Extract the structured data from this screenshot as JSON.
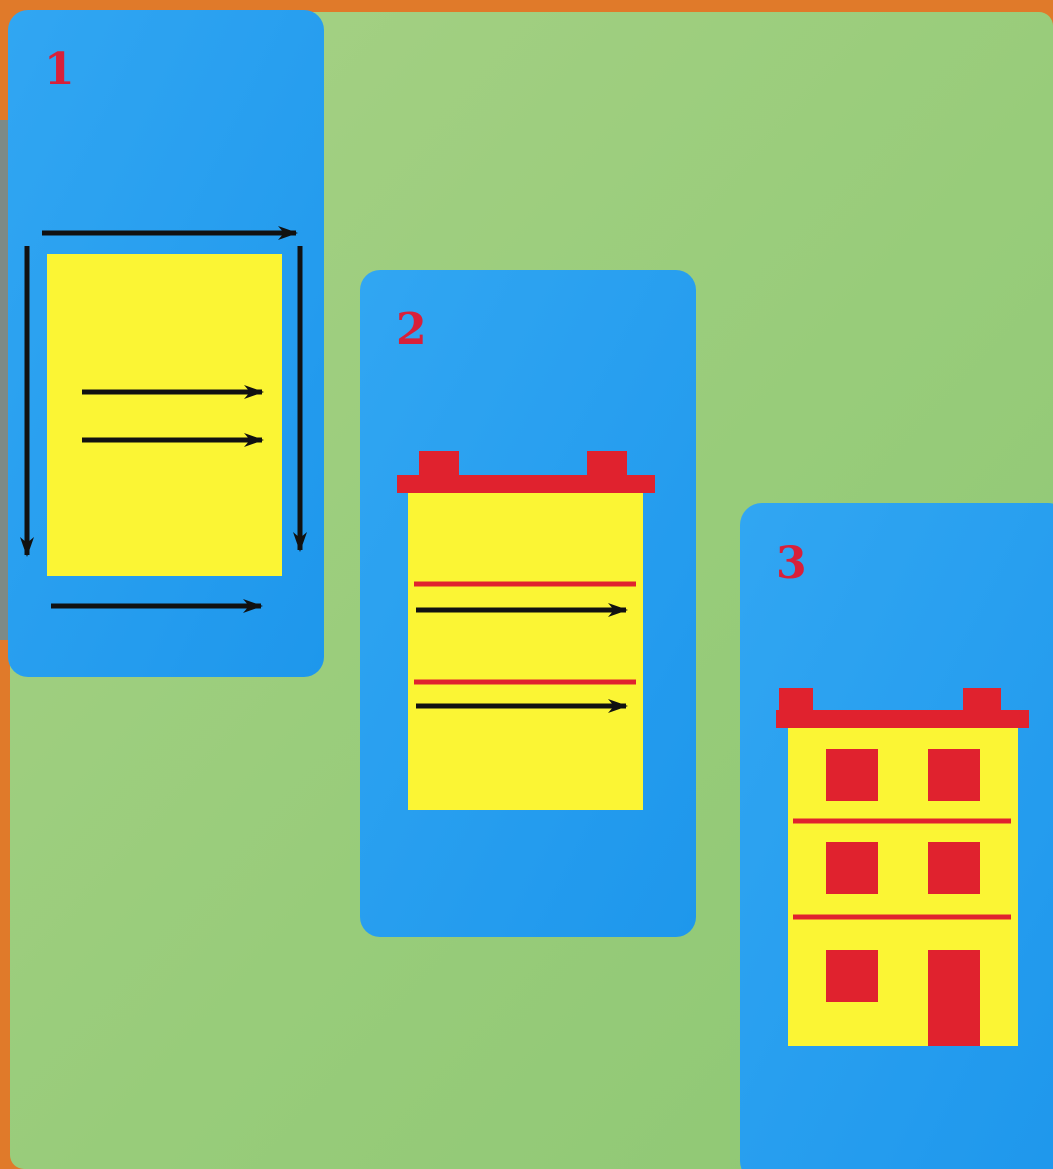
{
  "colors": {
    "frame_orange": "#e07a2a",
    "background_green": "#9ccc7a",
    "card_blue": "#2a9ff0",
    "paper_yellow": "#fbf534",
    "accent_red": "#e0222e",
    "arrow_black": "#111111"
  },
  "steps": [
    {
      "number": "1"
    },
    {
      "number": "2"
    },
    {
      "number": "3"
    }
  ]
}
